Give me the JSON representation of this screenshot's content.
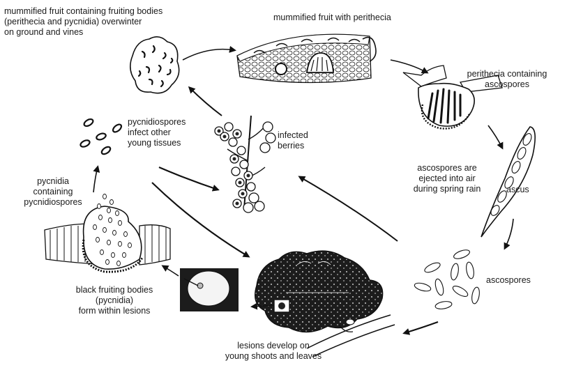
{
  "labels": {
    "mummified_overwinter": "mummified fruit containing fruiting bodies\n(perithecia and pycnidia) overwinter\non ground and vines",
    "mummified_perithecia": "mummified fruit with perithecia",
    "perithecia_ascospores": "perithecia containing\nascospores",
    "pycnidiospores_infect": "pycnidiospores\ninfect other\nyoung tissues",
    "infected_berries": "infected\nberries",
    "ascospores_ejected": "ascospores are\nejected into air\nduring spring rain",
    "ascus": "ascus",
    "pycnidia_containing": "pycnidia\ncontaining\npycnidiospores",
    "ascospores": "ascospores",
    "black_fruiting": "black fruiting bodies\n(pycnidia)\nform within lesions",
    "lesions_develop": "lesions develop on\nyoung shoots and leaves"
  },
  "colors": {
    "ink": "#111111",
    "paper": "#ffffff",
    "lesion": "#1c1c1c"
  }
}
